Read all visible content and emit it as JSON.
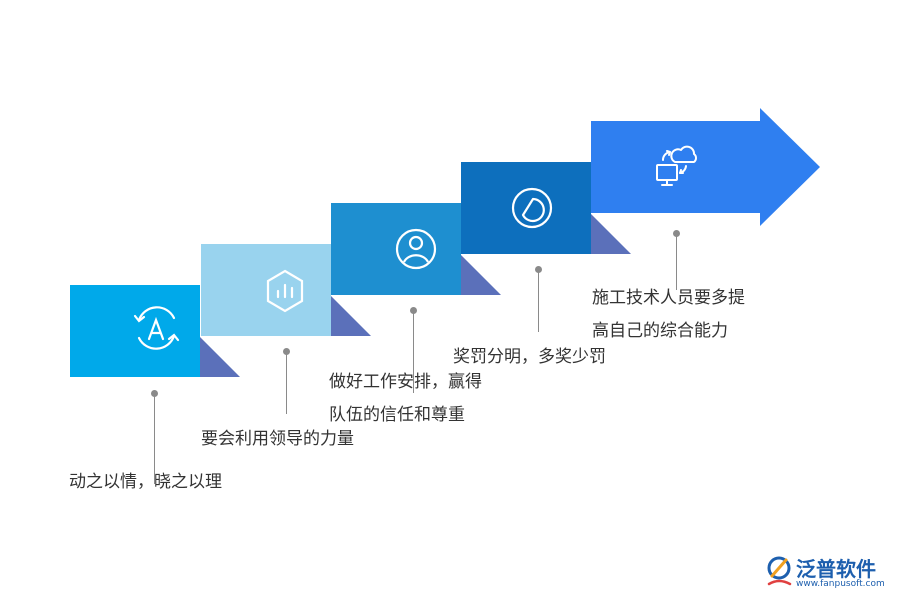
{
  "steps": [
    {
      "label_lines": [
        "动之以情，晓之以理"
      ],
      "color": "#00a9ea",
      "icon": "font-a-icon"
    },
    {
      "label_lines": [
        "要会利用领导的力量"
      ],
      "color": "#99d3ee",
      "icon": "hexagon-chart-icon"
    },
    {
      "label_lines": [
        "做好工作安排，赢得",
        "队伍的信任和尊重"
      ],
      "color": "#1e8fd0",
      "icon": "user-circle-icon"
    },
    {
      "label_lines": [
        "奖罚分明，多奖少罚"
      ],
      "color": "#0d6fbd",
      "icon": "pie-chart-icon"
    },
    {
      "label_lines": [
        "施工技术人员要多提",
        "高自己的综合能力"
      ],
      "color": "#2f7ff0",
      "icon": "cloud-computer-icon"
    }
  ],
  "fold_color": "#5b70ba",
  "logo": {
    "name": "泛普软件",
    "url": "www.fanpusoft.com",
    "color": "#1d5fae",
    "icon": "fanpu-logo-icon"
  }
}
